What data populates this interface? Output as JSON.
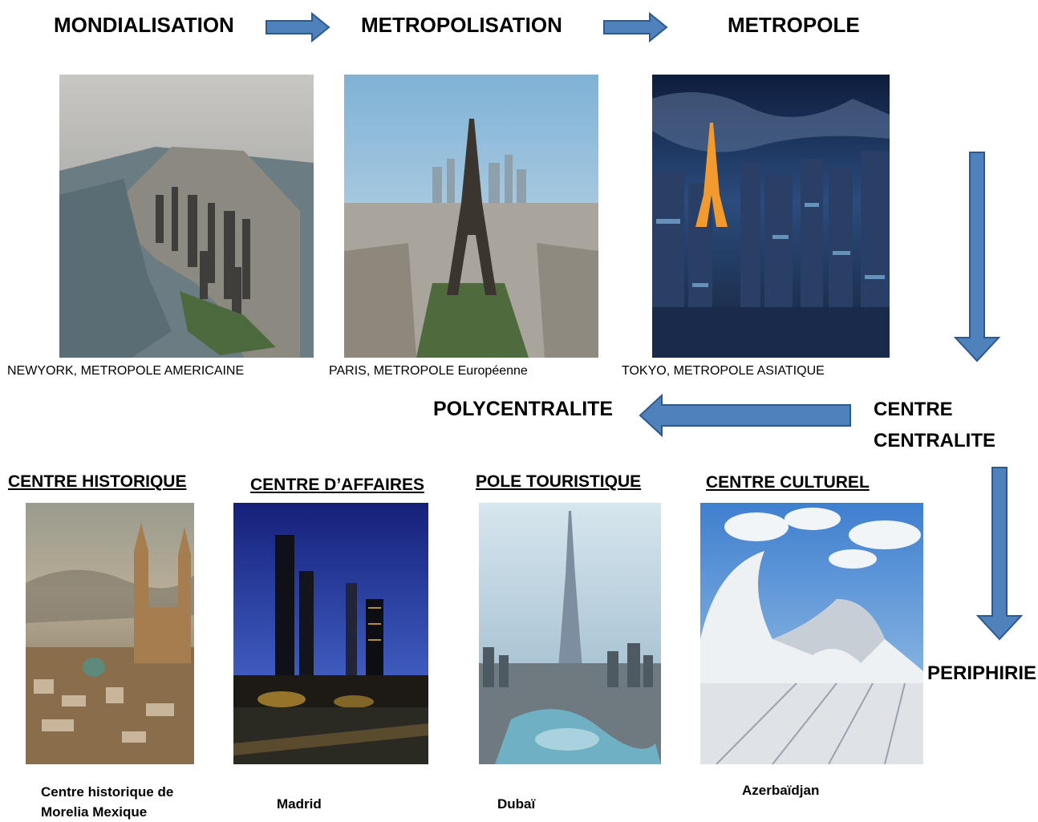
{
  "flow": {
    "step1": "MONDIALISATION",
    "step2": "METROPOLISATION",
    "step3": "METROPOLE",
    "polycentralite": "POLYCENTRALITE",
    "centre_line1": "CENTRE",
    "centre_line2": "CENTRALITE",
    "periphirie": "PERIPHIRIE"
  },
  "metropoles": [
    {
      "caption": "NEWYORK, METROPOLE AMERICAINE"
    },
    {
      "caption": "PARIS, METROPOLE Européenne"
    },
    {
      "caption": "TOKYO, METROPOLE ASIATIQUE"
    }
  ],
  "centres": [
    {
      "heading": "CENTRE HISTORIQUE",
      "caption": "Centre historique de Morelia Mexique"
    },
    {
      "heading": "CENTRE  D’AFFAIRES",
      "caption": "Madrid"
    },
    {
      "heading": "POLE TOURISTIQUE",
      "caption": "Dubaï"
    },
    {
      "heading": "CENTRE CULTUREL",
      "caption": "Azerbaïdjan"
    }
  ],
  "colors": {
    "arrow_fill": "#4f81bd",
    "arrow_stroke": "#2c5a8c"
  }
}
